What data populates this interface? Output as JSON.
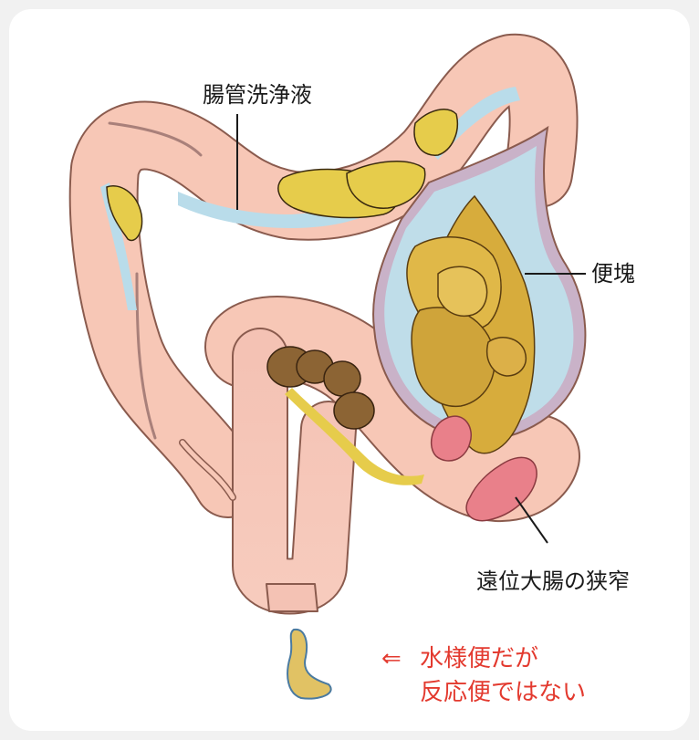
{
  "labels": {
    "lavage_fluid": "腸管洗浄液",
    "fecal_mass": "便塊",
    "distal_stenosis": "遠位大腸の狭窄"
  },
  "note": {
    "arrow": "⇐",
    "line1": "水様便だが",
    "line2": "反応便ではない"
  },
  "colors": {
    "colon_wall": "#f7c7b6",
    "colon_outline": "#8a5b4e",
    "lavage_fluid": "#b9dcea",
    "stool_yellow": "#e6cc4b",
    "stool_gold": "#d7ac3c",
    "stool_brown": "#8c6434",
    "stenosis_mucosa": "#e9808a",
    "note_red": "#e33a2f"
  }
}
